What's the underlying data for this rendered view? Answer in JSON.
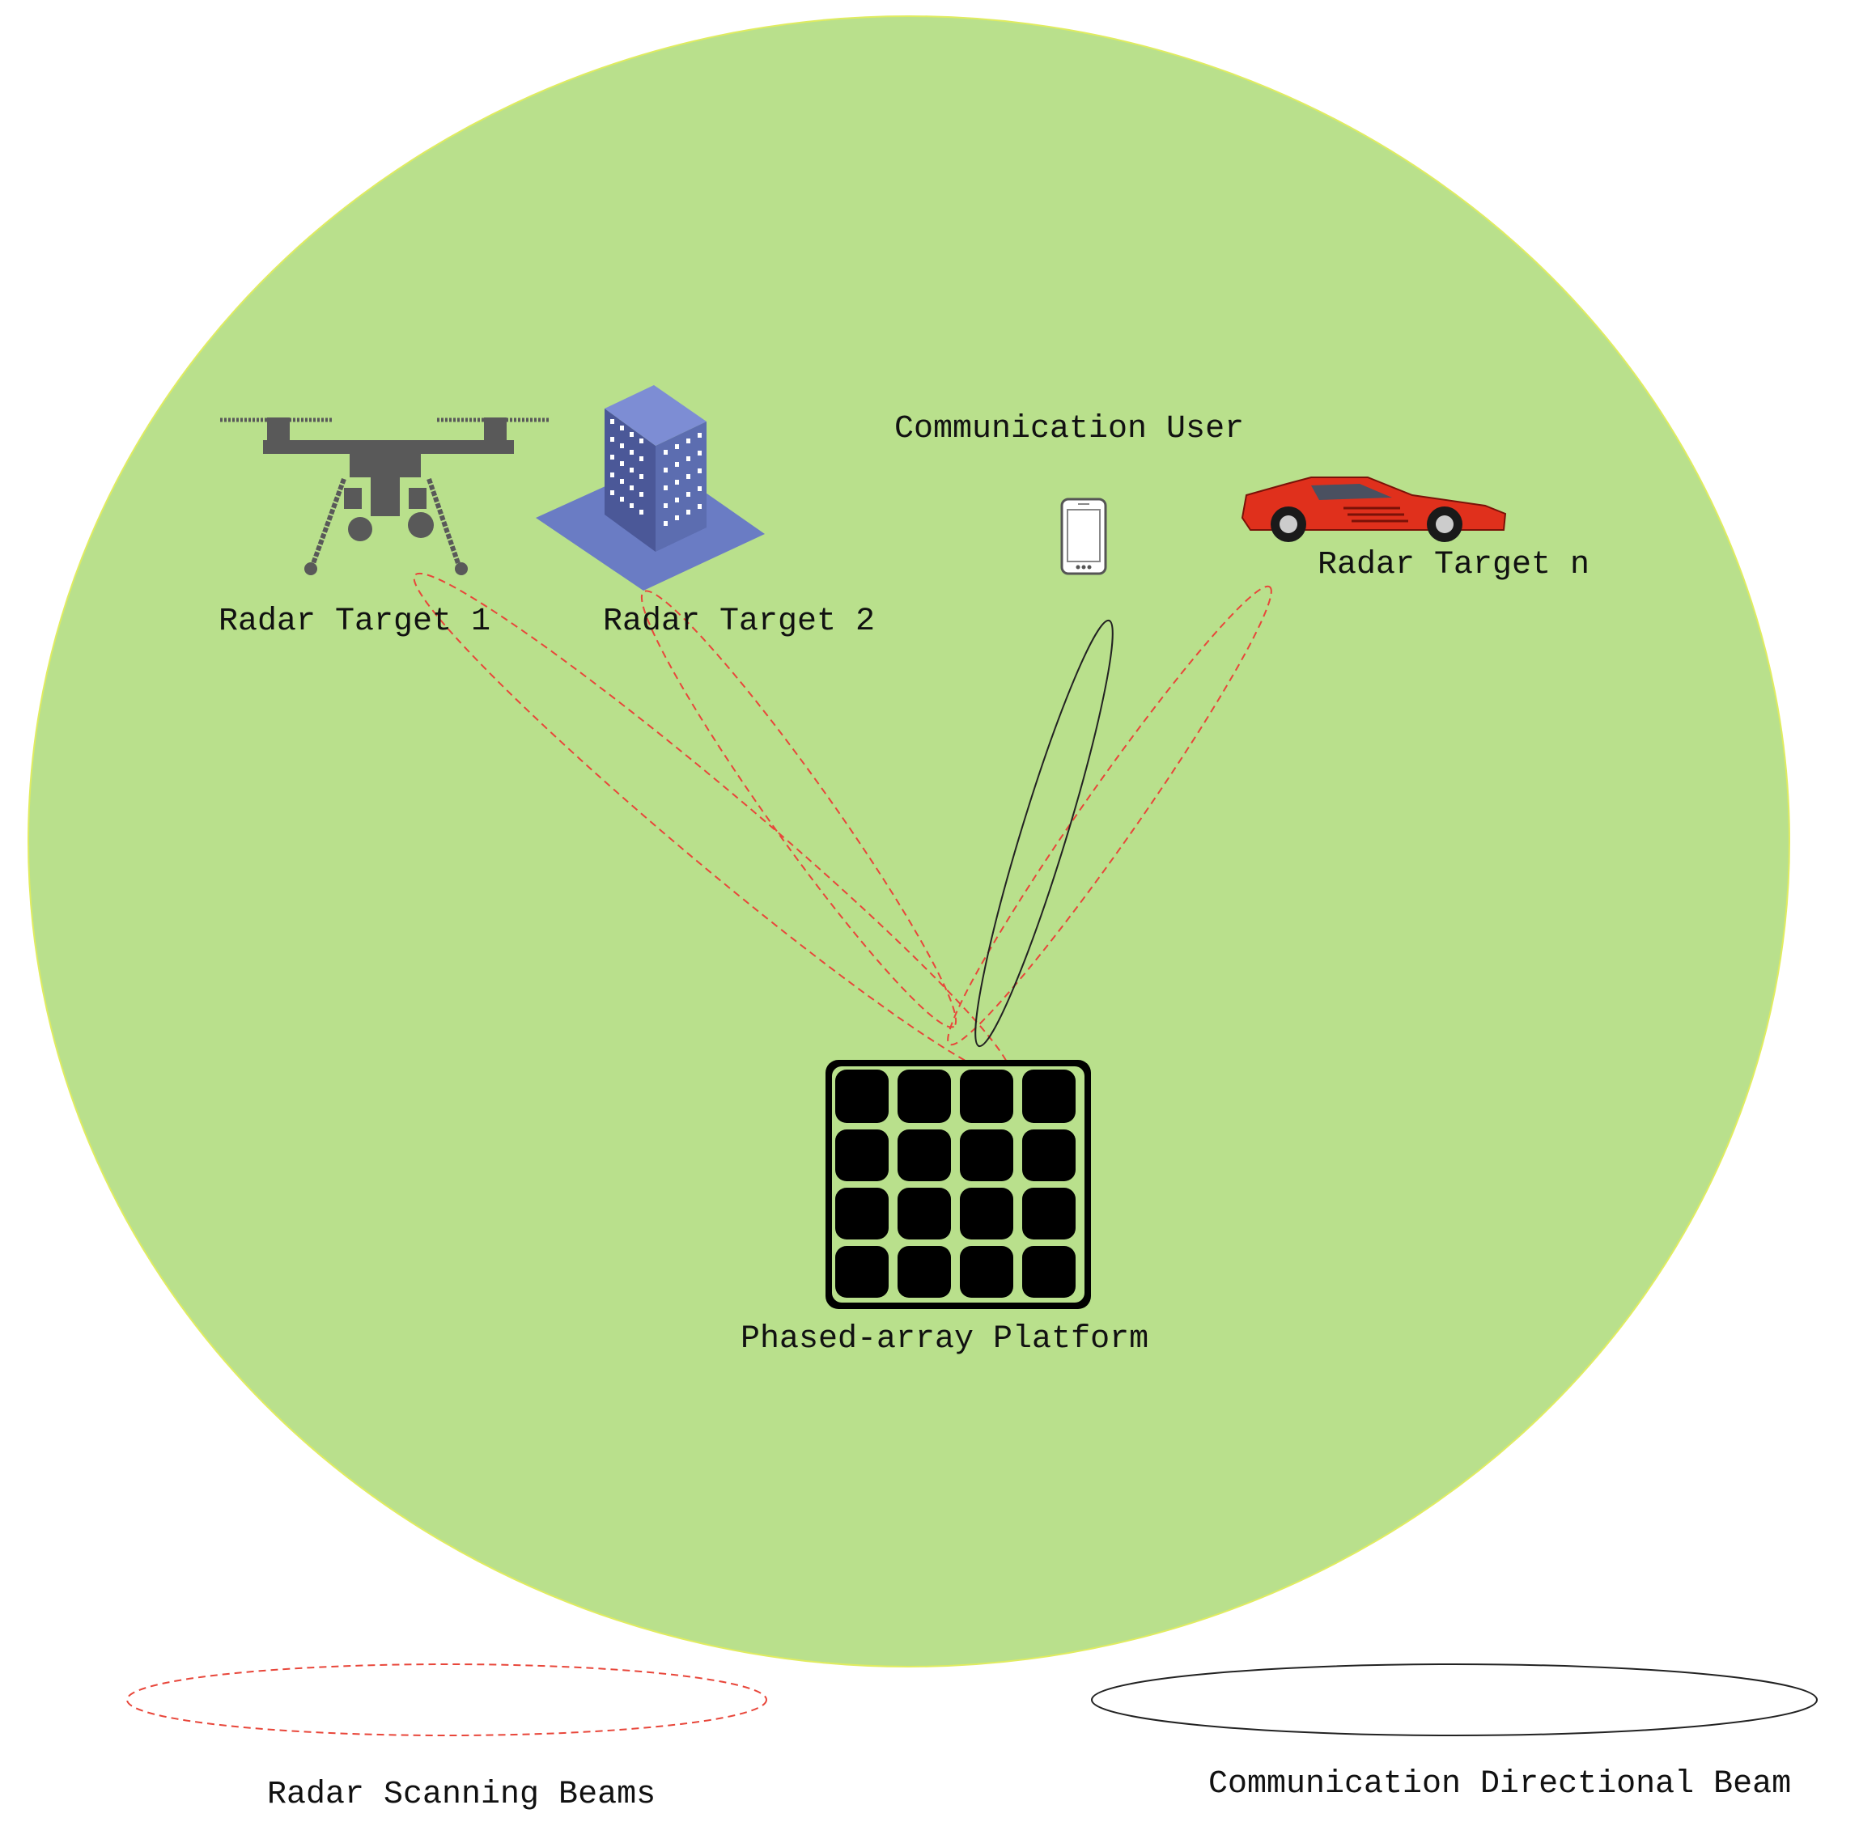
{
  "labels": {
    "radar_target_1": "Radar Target 1",
    "radar_target_2": "Radar Target 2",
    "communication_user": "Communication User",
    "radar_target_n": "Radar Target n",
    "phased_array_platform": "Phased-array Platform"
  },
  "legend": {
    "radar_beams": "Radar Scanning Beams",
    "communication_beam": "Communication Directional Beam"
  },
  "icons": {
    "radar_target_1": "drone-icon",
    "radar_target_2": "building-icon",
    "communication_user": "smartphone-icon",
    "radar_target_n": "car-icon",
    "platform": "phased-array-icon"
  },
  "colors": {
    "coverage_area": "#b9e08c",
    "coverage_outline": "#e0ec60",
    "radar_beam": "#e8463a",
    "communication_beam": "#222222",
    "drone": "#595959",
    "building_facade": "#5c6db0",
    "building_ground": "#6a7cc4",
    "car": "#e0301c",
    "array_element": "#000000"
  }
}
